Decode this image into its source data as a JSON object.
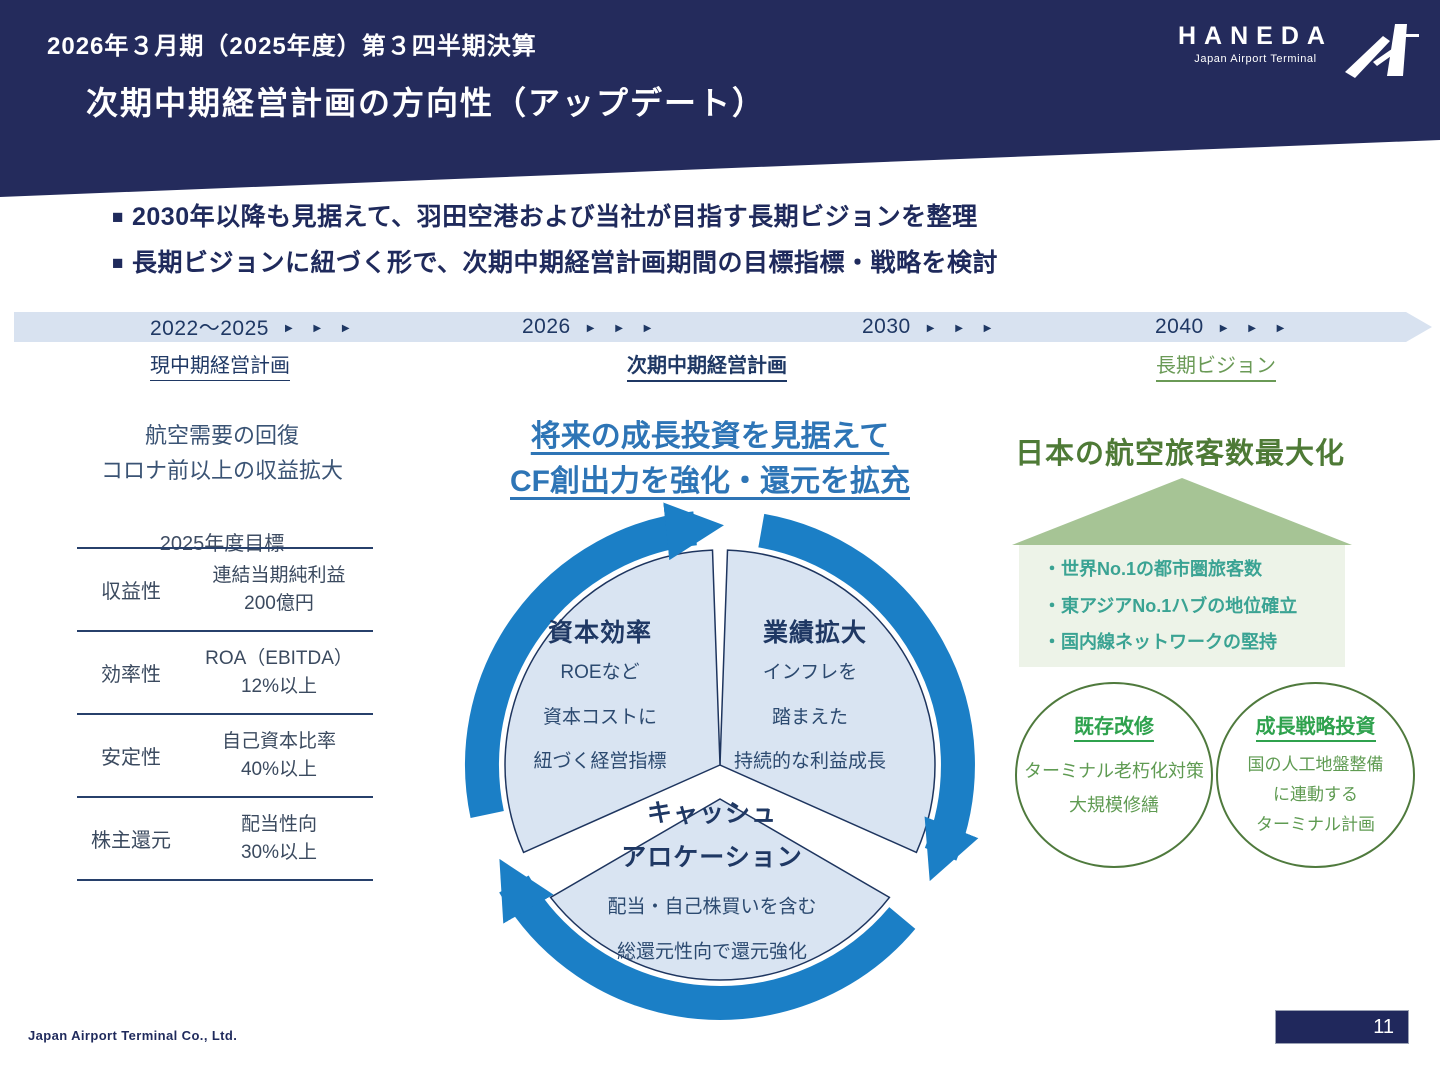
{
  "header": {
    "subtitle": "2026年３月期（2025年度）第３四半期決算",
    "title": "次期中期経営計画の方向性（アップデート）",
    "logo": {
      "brand": "HANEDA",
      "tagline": "Japan Airport Terminal"
    }
  },
  "bullets": {
    "marker": "■",
    "line1": "2030年以降も見据えて、羽田空港および当社が目指す長期ビジョンを整理",
    "line2": "長期ビジョンに紐づく形で、次期中期経営計画期間の目標指標・戦略を検討"
  },
  "timeline": {
    "arrows": "▶ ▶ ▶",
    "periods": [
      {
        "label": "2022〜2025"
      },
      {
        "label": "2026"
      },
      {
        "label": "2030"
      },
      {
        "label": "2040"
      }
    ],
    "phases": [
      {
        "label": "現中期経営計画"
      },
      {
        "label": "次期中期経営計画"
      },
      {
        "label": "長期ビジョン"
      }
    ]
  },
  "current": {
    "summary": "航空需要の回復\nコロナ前以上の収益拡大",
    "target_title": "2025年度目標",
    "table": {
      "rows": [
        {
          "label": "収益性",
          "value": "連結当期純利益\n200億円"
        },
        {
          "label": "効率性",
          "value": "ROA（EBITDA）\n12%以上"
        },
        {
          "label": "安定性",
          "value": "自己資本比率\n40%以上"
        },
        {
          "label": "株主還元",
          "value": "配当性向\n30%以上"
        }
      ]
    }
  },
  "next": {
    "heading": "将来の成長投資を見据えて\nCF創出力を強化・還元を拡充",
    "cycle": [
      {
        "title": "資本効率",
        "body": "ROEなど\n資本コストに\n紐づく経営指標"
      },
      {
        "title": "業績拡大",
        "body": "インフレを\n踏まえた\n持続的な利益成長"
      },
      {
        "title": "キャッシュ\nアロケーション",
        "body": "配当・自己株買いを含む\n総還元性向で還元強化"
      }
    ]
  },
  "vision": {
    "heading": "日本の航空旅客数最大化",
    "house_items": [
      "・世界No.1の都市圏旅客数",
      "・東アジアNo.1ハブの地位確立",
      "・国内線ネットワークの堅持"
    ],
    "circles": [
      {
        "title": "既存改修",
        "body": "ターミナル老朽化対策\n大規模修繕"
      },
      {
        "title": "成長戦略投資",
        "body": "国の人工地盤整備\nに連動する\nターミナル計画"
      }
    ]
  },
  "footer": {
    "company": "Japan Airport Terminal Co., Ltd.",
    "page": "11"
  },
  "colors": {
    "header_navy": "#242b5c",
    "text_navy": "#1f3864",
    "accent_blue": "#2e75b6",
    "ring_blue": "#1b7fc6",
    "sector_light_blue": "#d9e4f2",
    "timeline_bar": "#d8e2f0",
    "vision_green": "#4e7a36",
    "roof_green": "#a6c495",
    "house_bg": "#edf3e8",
    "teal_bullet": "#3aa393",
    "bright_green": "#2fa24e"
  }
}
